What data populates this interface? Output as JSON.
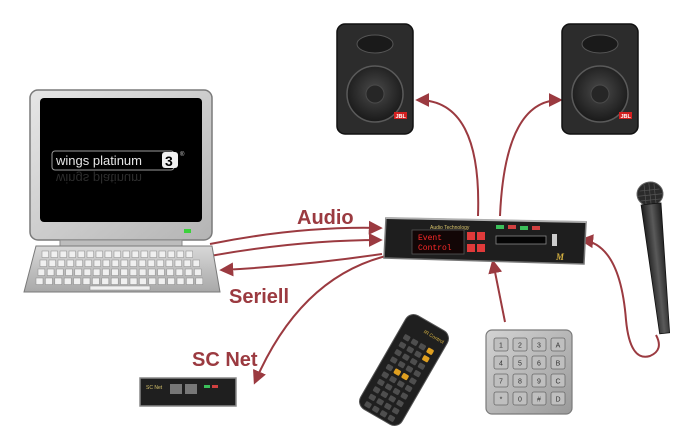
{
  "labels": {
    "audio": "Audio",
    "seriell": "Seriell",
    "scnet": "SC Net"
  },
  "computer": {
    "logo_text": "wings platinum",
    "logo_badge": "3",
    "logo_mark": "®"
  },
  "controller": {
    "display_line1": "Event",
    "display_line2": "Control",
    "brand_text": "Audio Technology",
    "mini_label": "SC Net"
  },
  "remote": {
    "label": "IR Control"
  },
  "keypad": {
    "keys": [
      "1",
      "2",
      "3",
      "A",
      "4",
      "5",
      "6",
      "B",
      "7",
      "8",
      "9",
      "C",
      "*",
      "0",
      "#",
      "D"
    ]
  },
  "speaker": {
    "badge": "JBL"
  },
  "colors": {
    "connection": "#9b3a40",
    "label": "#9b3a40",
    "display_text": "#ff2a2a"
  }
}
